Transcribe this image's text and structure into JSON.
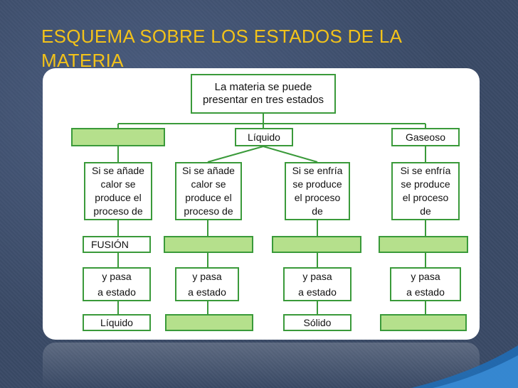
{
  "slide": {
    "title": "ESQUEMA SOBRE LOS ESTADOS DE LA MATERIA"
  },
  "diagram": {
    "root": "La materia se puede presentar en tres estados",
    "states": [
      "",
      "Líquido",
      "Gaseoso"
    ],
    "columns": [
      {
        "condition": "Si se añade\ncalor se\nproduce el\nproceso de",
        "process": "FUSIÓN",
        "transition": "y pasa\na estado",
        "result": "Líquido"
      },
      {
        "condition": "Si se añade\ncalor se\nproduce el\nproceso de",
        "process": "",
        "transition": "y pasa\na estado",
        "result": ""
      },
      {
        "condition": "Si se enfría\nse produce\nel proceso\nde",
        "process": "",
        "transition": "y pasa\na estado",
        "result": "Sólido"
      },
      {
        "condition": "Si se enfría\nse produce\nel proceso\nde",
        "process": "",
        "transition": "y pasa\na estado",
        "result": ""
      }
    ]
  },
  "colors": {
    "title": "#f2c21a",
    "box_border": "#3a9a3a",
    "box_fill_empty": "#b5e08c",
    "connector": "#3a9a3a"
  }
}
